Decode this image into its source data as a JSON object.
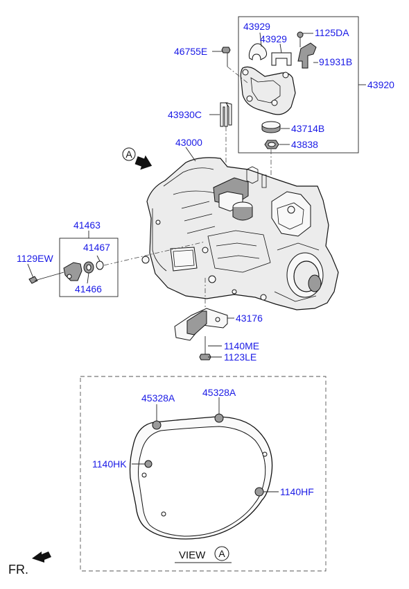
{
  "labels": {
    "p43929_a": "43929",
    "p43929_b": "43929",
    "p1125DA": "1125DA",
    "p46755E": "46755E",
    "p91931B": "91931B",
    "p43920": "43920",
    "p43930C": "43930C",
    "p43714B": "43714B",
    "p43838": "43838",
    "p43000": "43000",
    "p41463": "41463",
    "p41467": "41467",
    "p1129EW": "1129EW",
    "p41466": "41466",
    "p43176": "43176",
    "p1140ME": "1140ME",
    "p1123LE": "1123LE",
    "p45328A_a": "45328A",
    "p45328A_b": "45328A",
    "p1140HK": "1140HK",
    "p1140HF": "1140HF"
  },
  "view_ref": {
    "letter": "A"
  },
  "view_caption": {
    "text": "VIEW",
    "letter": "A"
  },
  "front": {
    "text": "FR."
  },
  "colors": {
    "part_number": "#1a1ae6",
    "line": "#222222"
  },
  "icons": [
    "arrow-right-down-icon",
    "arrow-left-up-icon"
  ]
}
